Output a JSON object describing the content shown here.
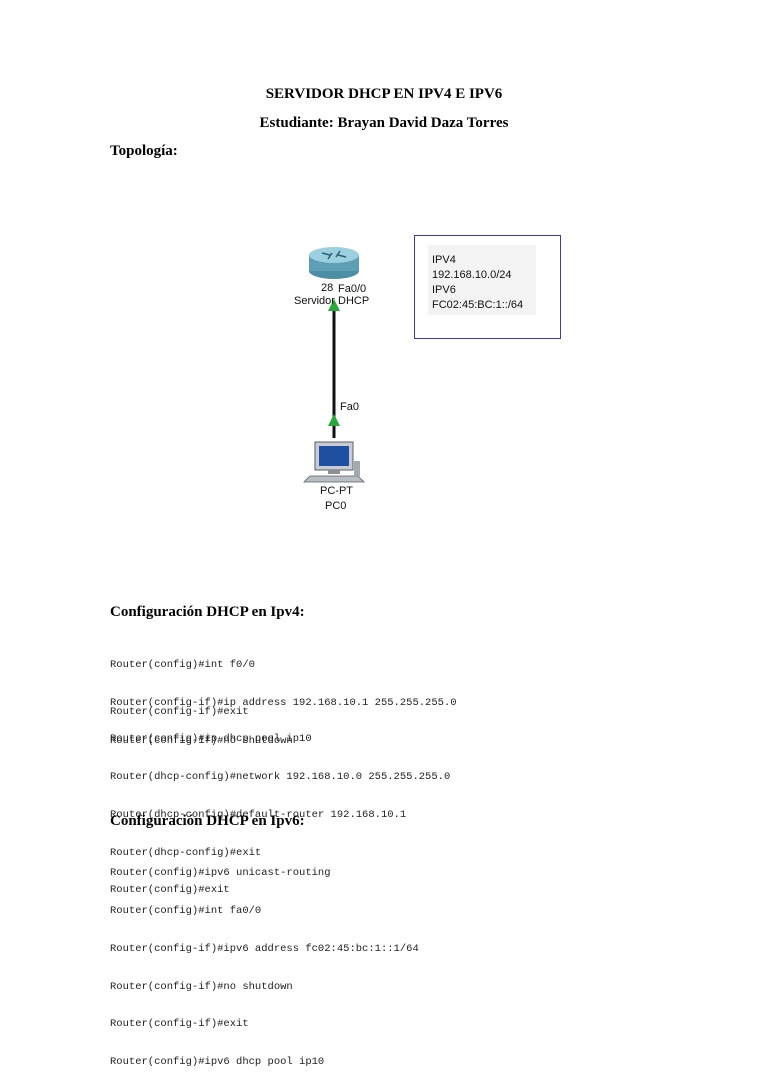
{
  "title": "SERVIDOR DHCP EN IPV4 E IPV6",
  "student": "Estudiante: Brayan David Daza Torres",
  "topology_label": "Topología:",
  "diagram": {
    "router_label_a": "28",
    "router_label_b": "Servidor DHCP",
    "router_iface": "Fa0/0",
    "pc_iface": "Fa0",
    "pc_type": "PC-PT",
    "pc_name": "PC0",
    "note_lines": [
      "IPV4",
      "192.168.10.0/24",
      "IPV6",
      "FC02:45:BC:1::/64"
    ],
    "colors": {
      "note_border": "#3b3bb0",
      "link": "#111111",
      "link_up": "#27a83a",
      "router": "#5f9fb6"
    }
  },
  "ipv4": {
    "heading": "Configuración DHCP en Ipv4:",
    "block1": [
      "Router(config)#int f0/0",
      "Router(config-if)#ip address 192.168.10.1 255.255.255.0",
      "Router(config-if)#no shutdown"
    ],
    "block2": [
      "Router(config-if)#exit"
    ],
    "block3": [
      "Router(config)#ip dhcp pool ip10",
      "Router(dhcp-config)#network 192.168.10.0 255.255.255.0",
      "Router(dhcp-config)#default-router 192.168.10.1",
      "Router(dhcp-config)#exit",
      "Router(config)#exit"
    ]
  },
  "ipv6": {
    "heading": "Configuración DHCP en Ipv6:",
    "block1": [
      "Router(config)#ipv6 unicast-routing",
      "Router(config)#int fa0/0",
      "Router(config-if)#ipv6 address fc02:45:bc:1::1/64",
      "Router(config-if)#no shutdown",
      "Router(config-if)#exit",
      "Router(config)#ipv6 dhcp pool ip10"
    ]
  }
}
